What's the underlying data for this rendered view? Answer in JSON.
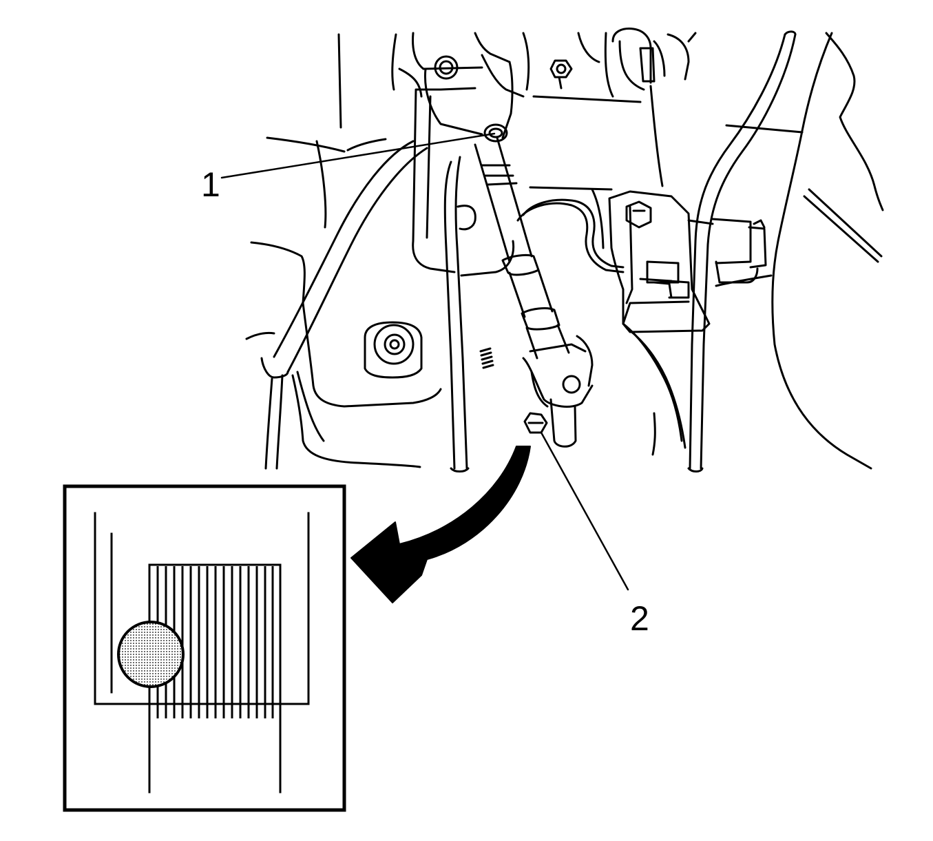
{
  "diagram": {
    "callouts": [
      {
        "id": "1",
        "label": "1"
      },
      {
        "id": "2",
        "label": "2"
      }
    ],
    "colors": {
      "line": "#000000",
      "background": "#ffffff",
      "dot_fill": "#c8c8c8"
    }
  }
}
